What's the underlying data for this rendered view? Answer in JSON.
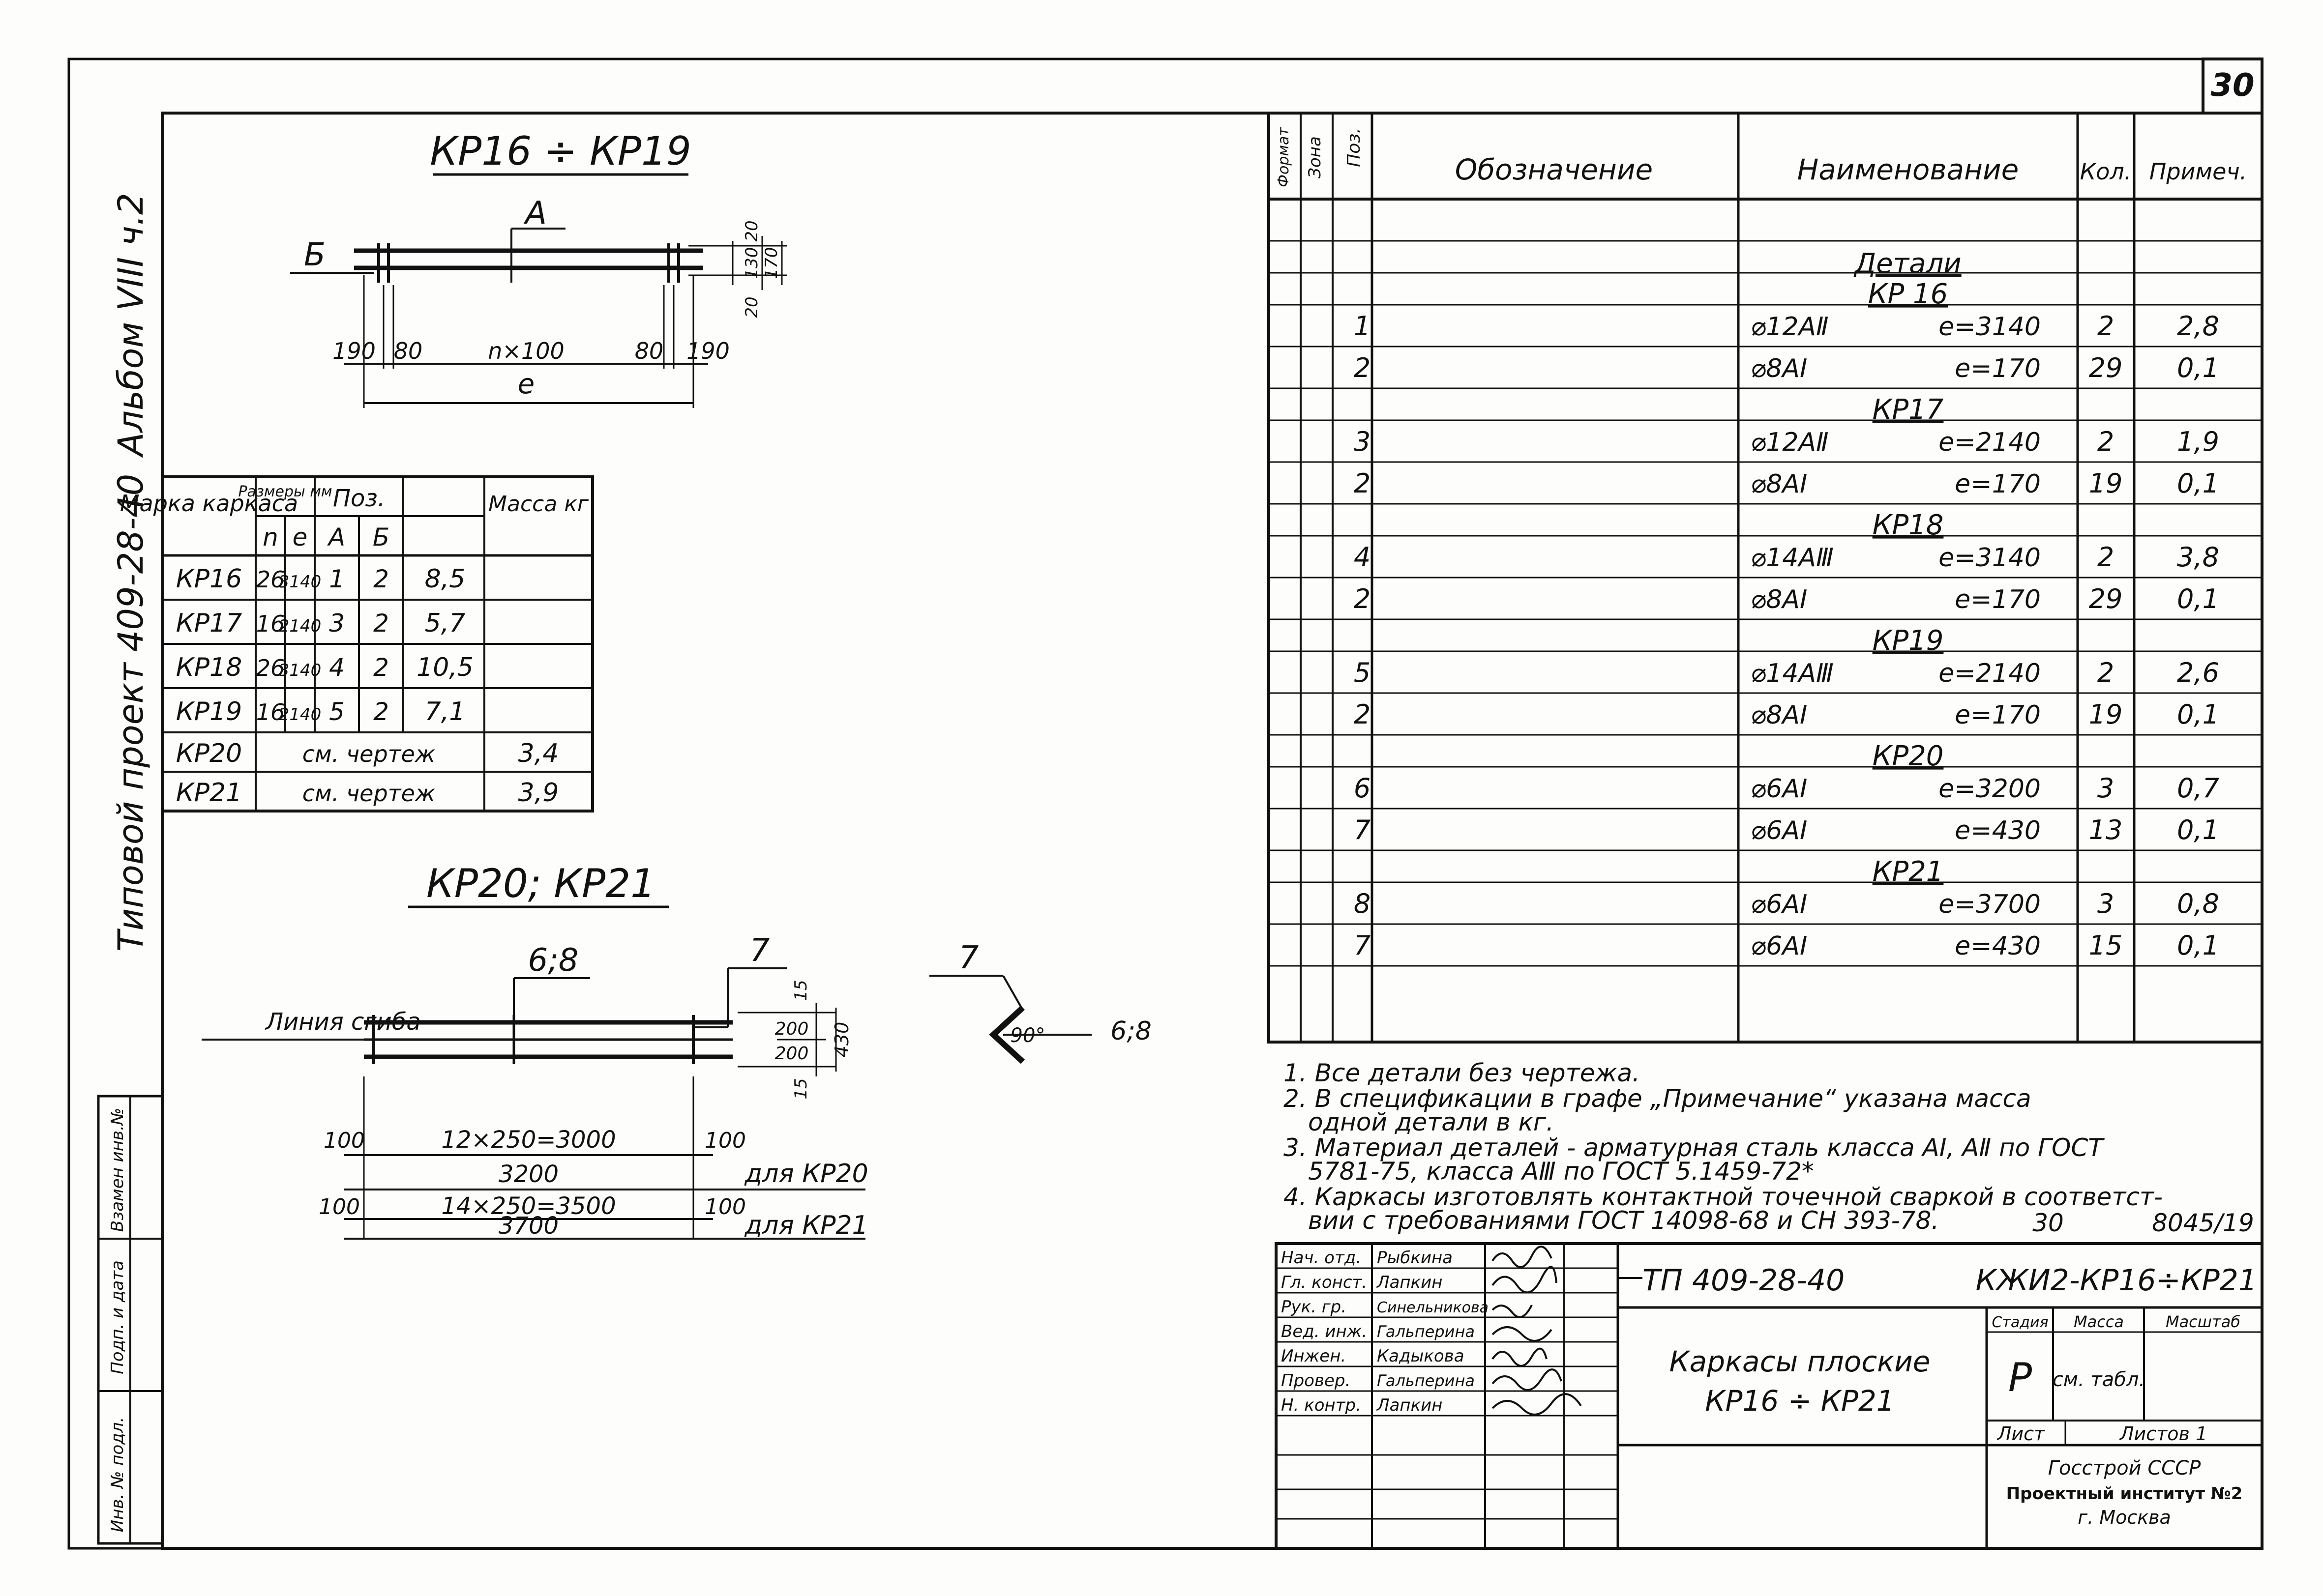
{
  "sheet_number": "30",
  "side_strip": {
    "album": "Альбом VIII ч.2",
    "project": "Типовой проект 409-28-40",
    "boxes": [
      "Инв. № подл.",
      "Подп. и дата",
      "Взамен инв.№"
    ]
  },
  "kr16": {
    "title": "КР16 ÷ КР19",
    "label_a": "А",
    "label_b": "Б",
    "dims": {
      "left_end": "190",
      "left_step": "80",
      "pitch": "n×100",
      "right_step": "80",
      "right_end": "190",
      "overall": "e",
      "h_top": "20",
      "h_mid": "130",
      "h_bot": "20",
      "h_total": "170"
    }
  },
  "marks_table": {
    "headers": {
      "mark": "Марка каркаса",
      "sizes": "Размеры мм",
      "pos": "Поз.",
      "mass": "Масса кг",
      "n": "n",
      "e": "e",
      "a": "А",
      "b": "Б"
    },
    "rows": [
      [
        "КР16",
        "26",
        "3140",
        "1",
        "2",
        "8,5"
      ],
      [
        "КР17",
        "16",
        "2140",
        "3",
        "2",
        "5,7"
      ],
      [
        "КР18",
        "26",
        "3140",
        "4",
        "2",
        "10,5"
      ],
      [
        "КР19",
        "16",
        "2140",
        "5",
        "2",
        "7,1"
      ]
    ],
    "rows_ref": [
      [
        "КР20",
        "см. чертеж",
        "3,4"
      ],
      [
        "КР21",
        "см. чертеж",
        "3,9"
      ]
    ]
  },
  "kr20": {
    "title": "КР20; КР21",
    "label_pos": "6;8",
    "label_7": "7",
    "bend_line": "Линия сгиба",
    "dims": {
      "h_top": "15",
      "h_200a": "200",
      "h_200b": "200",
      "h_bot": "15",
      "h_total": "430",
      "end_l1": "100",
      "pitch1": "12×250=3000",
      "end_r1": "100",
      "len1": "3200",
      "for1": "для КР20",
      "end_l2": "100",
      "pitch2": "14×250=3500",
      "end_r2": "100",
      "len2": "3700",
      "for2": "для КР21"
    },
    "detail7_label": "7",
    "detail7_angle": "90°",
    "detail7_pos": "6;8"
  },
  "spec": {
    "headers": [
      "Формат",
      "Зона",
      "Поз.",
      "Обозначение",
      "Наименование",
      "Кол.",
      "Примеч."
    ],
    "section": "Детали",
    "groups": [
      {
        "title": "КР 16",
        "rows": [
          [
            "1",
            "⌀12AⅡ",
            "e=3140",
            "2",
            "2,8"
          ],
          [
            "2",
            "⌀8AI",
            "e=170",
            "29",
            "0,1"
          ]
        ]
      },
      {
        "title": "КР17",
        "rows": [
          [
            "3",
            "⌀12AⅡ",
            "e=2140",
            "2",
            "1,9"
          ],
          [
            "2",
            "⌀8AI",
            "e=170",
            "19",
            "0,1"
          ]
        ]
      },
      {
        "title": "КР18",
        "rows": [
          [
            "4",
            "⌀14AⅢ",
            "e=3140",
            "2",
            "3,8"
          ],
          [
            "2",
            "⌀8AI",
            "e=170",
            "29",
            "0,1"
          ]
        ]
      },
      {
        "title": "КР19",
        "rows": [
          [
            "5",
            "⌀14AⅢ",
            "e=2140",
            "2",
            "2,6"
          ],
          [
            "2",
            "⌀8AI",
            "e=170",
            "19",
            "0,1"
          ]
        ]
      },
      {
        "title": "КР20",
        "rows": [
          [
            "6",
            "⌀6AI",
            "e=3200",
            "3",
            "0,7"
          ],
          [
            "7",
            "⌀6AI",
            "e=430",
            "13",
            "0,1"
          ]
        ]
      },
      {
        "title": "КР21",
        "rows": [
          [
            "8",
            "⌀6AI",
            "e=3700",
            "3",
            "0,8"
          ],
          [
            "7",
            "⌀6AI",
            "e=430",
            "15",
            "0,1"
          ]
        ]
      }
    ]
  },
  "notes": [
    "1. Все детали без чертежа.",
    "2. В спецификации в графе „Примечание“ указана масса",
    "одной детали в кг.",
    "3. Материал деталей - арматурная сталь класса AI, AⅡ по ГОСТ",
    "5781-75, класса AⅢ по ГОСТ 5.1459-72*",
    "4. Каркасы изготовлять контактной точечной сваркой в соответст-",
    "вии с требованиями ГОСТ 14098-68 и СН 393-78."
  ],
  "notes_ref": {
    "sheet": "30",
    "code": "8045/19"
  },
  "title_block": {
    "people": [
      [
        "Нач. отд.",
        "Рыбкина"
      ],
      [
        "Гл. конст.",
        "Лапкин"
      ],
      [
        "Рук. гр.",
        "Синельникова"
      ],
      [
        "Вед. инж.",
        "Гальперина"
      ],
      [
        "Инжен.",
        "Кадыкова"
      ],
      [
        "Провер.",
        "Гальперина"
      ],
      [
        "Н. контр.",
        "Лапкин"
      ]
    ],
    "project": "ТП 409-28-40",
    "code": "КЖИ2-КР16÷КР21",
    "name_line1": "Каркасы плоские",
    "name_line2": "КР16 ÷ КР21",
    "stage_h": "Стадия",
    "mass_h": "Масса",
    "scale_h": "Масштаб",
    "stage": "Р",
    "mass": "см. табл.",
    "sheet_h": "Лист",
    "sheets_h": "Листов 1",
    "org1": "Госстрой СССР",
    "org2": "Проектный институт №2",
    "org3": "г. Москва"
  }
}
